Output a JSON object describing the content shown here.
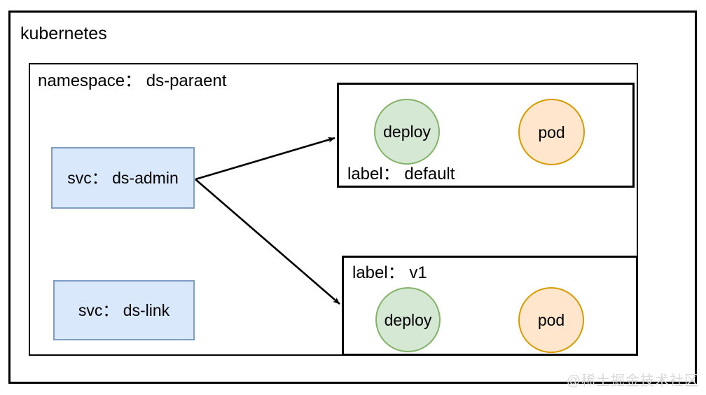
{
  "diagram": {
    "outer_frame": {
      "title": "kubernetes"
    },
    "namespace_frame": {
      "title": "namespace： ds-paraent"
    },
    "services": [
      {
        "name": "svc-ds-admin",
        "label": "svc： ds-admin"
      },
      {
        "name": "svc-ds-link",
        "label": "svc： ds-link"
      }
    ],
    "groups": [
      {
        "name": "label-group-default",
        "label": "label： default",
        "nodes": [
          {
            "name": "deploy",
            "label": "deploy",
            "shape": "circle",
            "fill": "#d5e8d4",
            "stroke": "#82b366"
          },
          {
            "name": "pod",
            "label": "pod",
            "shape": "circle",
            "fill": "#ffe6cc",
            "stroke": "#d79b00"
          }
        ]
      },
      {
        "name": "label-group-v1",
        "label": "label： v1",
        "nodes": [
          {
            "name": "deploy",
            "label": "deploy",
            "shape": "circle",
            "fill": "#d5e8d4",
            "stroke": "#82b366"
          },
          {
            "name": "pod",
            "label": "pod",
            "shape": "circle",
            "fill": "#ffe6cc",
            "stroke": "#d79b00"
          }
        ]
      }
    ],
    "connectors": [
      {
        "name": "svc-admin-to-default",
        "from": "svc-ds-admin",
        "to": "label-group-default",
        "style": "solid-arrow"
      },
      {
        "name": "svc-admin-to-v1",
        "from": "svc-ds-admin",
        "to": "label-group-v1",
        "style": "solid-arrow"
      }
    ],
    "watermark": "@稀土掘金技术社区",
    "colors": {
      "service_fill": "#dae8fc",
      "service_stroke": "#7d9ec0",
      "deploy_fill": "#d5e8d4",
      "deploy_stroke": "#82b366",
      "pod_fill": "#ffe6cc",
      "pod_stroke": "#d79b00",
      "frame_stroke": "#000000",
      "watermark": "#d9d9d9"
    }
  }
}
